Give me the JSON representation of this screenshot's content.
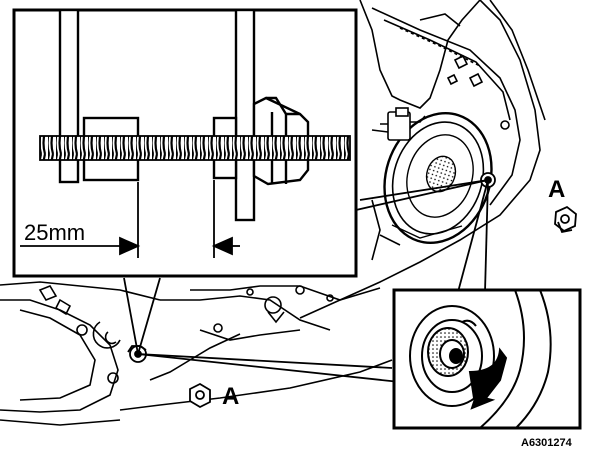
{
  "diagram": {
    "dimension_label": "25mm",
    "callout_label_upper": "A",
    "callout_label_lower": "A",
    "figure_code": "A6301274"
  },
  "colors": {
    "ink": "#000000",
    "paper": "#ffffff",
    "hatch": "#444444"
  },
  "icons": {
    "speaker": "speaker-icon",
    "nut": "hex-nut-icon",
    "tool": "threaded-rod-tool-icon",
    "rotation": "rotation-arrow-icon"
  }
}
